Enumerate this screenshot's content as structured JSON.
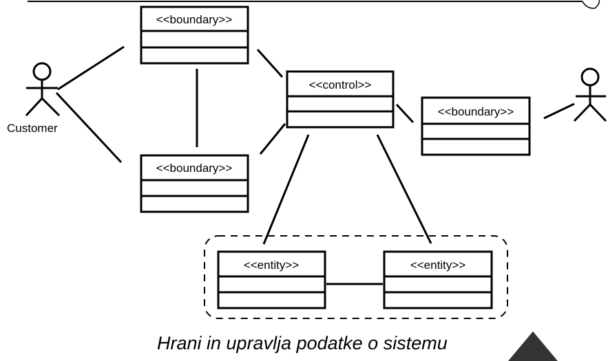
{
  "diagram": {
    "classes": {
      "boundary_top": {
        "stereotype": "<<boundary>>"
      },
      "boundary_bottom": {
        "stereotype": "<<boundary>>"
      },
      "control": {
        "stereotype": "<<control>>"
      },
      "boundary_right": {
        "stereotype": "<<boundary>>"
      },
      "entity_left": {
        "stereotype": "<<entity>>"
      },
      "entity_right": {
        "stereotype": "<<entity>>"
      }
    },
    "actors": {
      "customer": {
        "label": "Customer"
      },
      "right_actor": {
        "label": ""
      }
    },
    "caption": "Hrani in upravlja podatke o sistemu"
  }
}
